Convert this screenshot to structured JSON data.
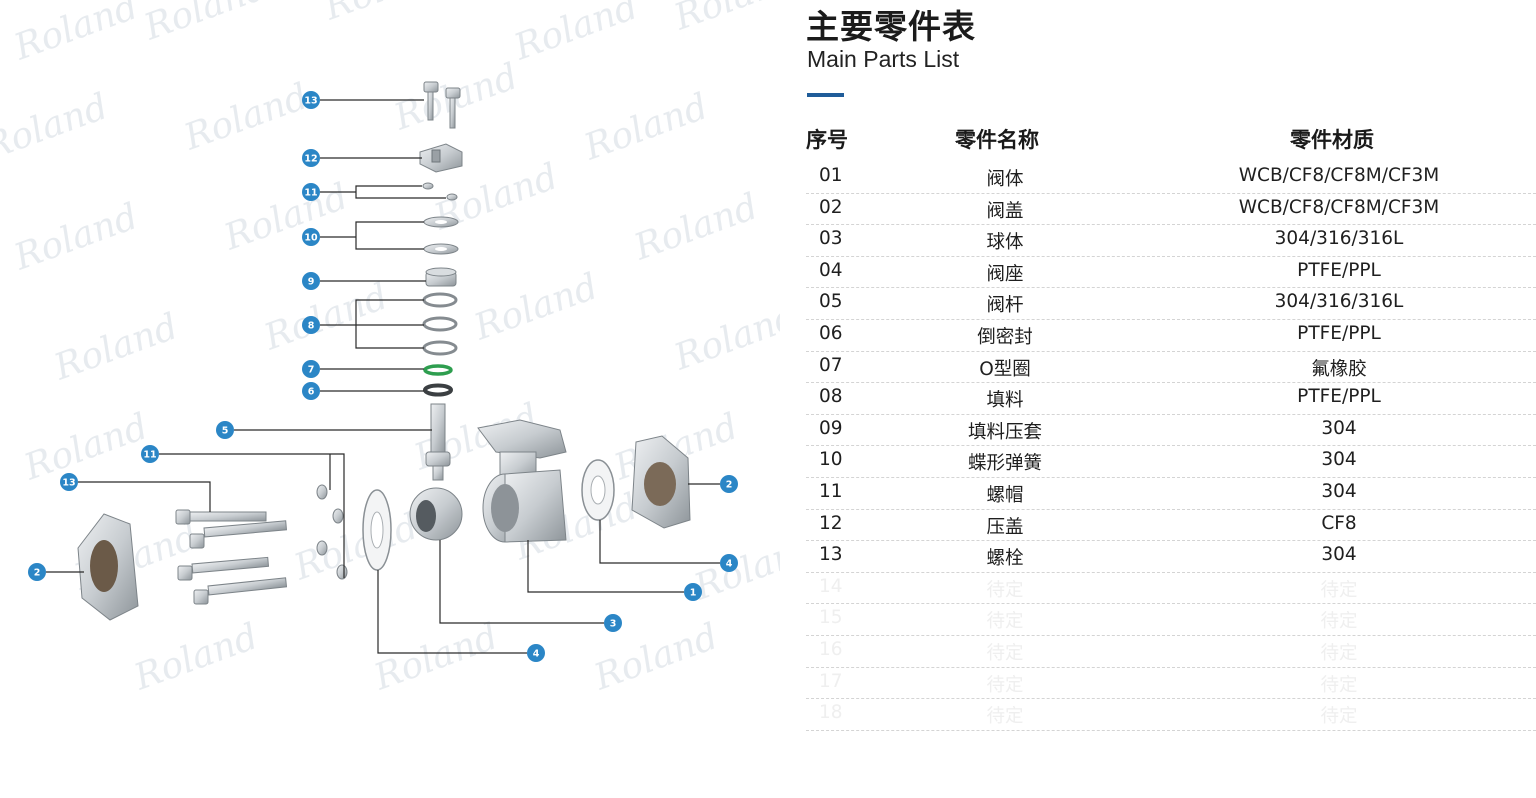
{
  "title_zh": "主要零件表",
  "title_en": "Main Parts List",
  "columns": {
    "no": "序号",
    "name": "零件名称",
    "material": "零件材质"
  },
  "parts": [
    {
      "no": "01",
      "name": "阀体",
      "material": "WCB/CF8/CF8M/CF3M"
    },
    {
      "no": "02",
      "name": "阀盖",
      "material": "WCB/CF8/CF8M/CF3M"
    },
    {
      "no": "03",
      "name": "球体",
      "material": "304/316/316L"
    },
    {
      "no": "04",
      "name": "阀座",
      "material": "PTFE/PPL"
    },
    {
      "no": "05",
      "name": "阀杆",
      "material": "304/316/316L"
    },
    {
      "no": "06",
      "name": "倒密封",
      "material": "PTFE/PPL"
    },
    {
      "no": "07",
      "name": "O型圈",
      "material": "氟橡胶"
    },
    {
      "no": "08",
      "name": "填料",
      "material": "PTFE/PPL"
    },
    {
      "no": "09",
      "name": "填料压套",
      "material": "304"
    },
    {
      "no": "10",
      "name": "蝶形弹簧",
      "material": "304"
    },
    {
      "no": "11",
      "name": "螺帽",
      "material": "304"
    },
    {
      "no": "12",
      "name": "压盖",
      "material": "CF8"
    },
    {
      "no": "13",
      "name": "螺栓",
      "material": "304"
    },
    {
      "no": "14",
      "name": "待定",
      "material": "待定",
      "pending": true
    },
    {
      "no": "15",
      "name": "待定",
      "material": "待定",
      "pending": true
    },
    {
      "no": "16",
      "name": "待定",
      "material": "待定",
      "pending": true
    },
    {
      "no": "17",
      "name": "待定",
      "material": "待定",
      "pending": true
    },
    {
      "no": "18",
      "name": "待定",
      "material": "待定",
      "pending": true
    }
  ],
  "callouts": [
    "13",
    "12",
    "11",
    "10",
    "9",
    "8",
    "7",
    "6",
    "5",
    "11",
    "13",
    "2",
    "2",
    "4",
    "1",
    "3",
    "4"
  ],
  "watermark": "Roland",
  "colors": {
    "callout": "#2b86c6",
    "accent_bar": "#1f5c99",
    "oring_green": "#2e9e4f",
    "watermark": "#e7ebef"
  }
}
